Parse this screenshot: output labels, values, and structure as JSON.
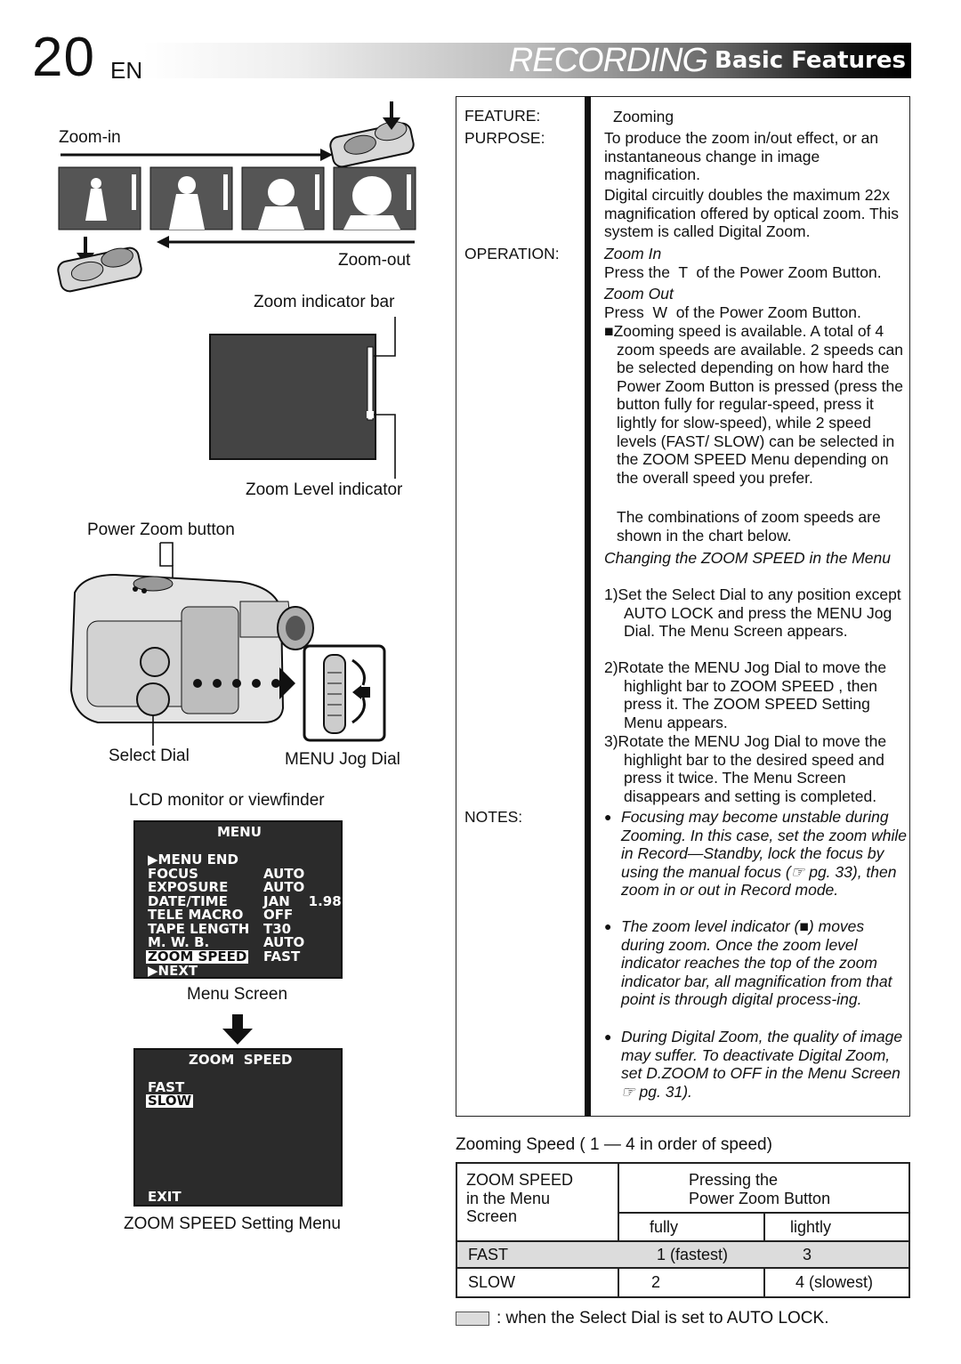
{
  "header": {
    "page_number": "20",
    "language": "EN",
    "section_title": "RECORDING",
    "section_subtitle": "Basic Features"
  },
  "left": {
    "zoom_in": "Zoom-in",
    "zoom_out": "Zoom-out",
    "zoom_indicator_bar": "Zoom indicator bar",
    "zoom_level_indicator": "Zoom Level indicator",
    "power_zoom_button": "Power Zoom button",
    "select_dial": "Select Dial",
    "menu_jog_dial": "MENU Jog Dial",
    "lcd_monitor": "LCD monitor or viewfinder",
    "menu_screen_caption": "Menu Screen",
    "zoom_speed_menu_caption": "ZOOM SPEED Setting Menu"
  },
  "menu_screen": {
    "title": "MENU",
    "rows": [
      {
        "label": "▶MENU  END",
        "value": ""
      },
      {
        "label": "FOCUS",
        "value": "AUTO"
      },
      {
        "label": "EXPOSURE",
        "value": "AUTO"
      },
      {
        "label": "DATE∕TIME",
        "value": "JAN    1.98"
      },
      {
        "label": "TELE  MACRO",
        "value": "OFF"
      },
      {
        "label": "TAPE  LENGTH",
        "value": "T30"
      },
      {
        "label": "M. W. B.",
        "value": "AUTO"
      },
      {
        "label": "ZOOM SPEED",
        "value": "FAST"
      },
      {
        "label": "▶NEXT",
        "value": ""
      }
    ]
  },
  "zoom_speed_screen": {
    "title": "ZOOM  SPEED",
    "options": [
      "FAST",
      "SLOW"
    ],
    "exit": "EXIT"
  },
  "feature": {
    "feature_key": "FEATURE:",
    "feature_val": "Zooming",
    "purpose_key": "PURPOSE:",
    "purpose_p1": "To produce the zoom in/out effect, or an instantaneous change in image magnification.",
    "purpose_p2": "Digital circuitly doubles the maximum 22x magnification offered by optical zoom. This system is called Digital Zoom.",
    "operation_key": "OPERATION:",
    "zoom_in_head": "Zoom In",
    "zoom_in_text": "Press the  T  of the Power Zoom Button.",
    "zoom_out_head": "Zoom Out",
    "zoom_out_text": "Press  W  of the Power Zoom Button.",
    "speed_p1": "■Zooming speed is available. A total of 4 zoom speeds are available. 2 speeds can be selected depending on how hard the Power Zoom Button is pressed (press the button fully for regular-speed, press it lightly for slow-speed), while 2 speed levels (FAST/ SLOW) can be selected  in the ZOOM SPEED Menu depending on the overall speed you prefer.",
    "speed_p2": "The combinations of zoom speeds are shown in the chart below.",
    "changing_head": "Changing the ZOOM SPEED in the Menu",
    "step1": "1)Set the Select Dial to any position except AUTO LOCK and press the MENU Jog Dial. The Menu Screen appears.",
    "step2": "2)Rotate the MENU Jog Dial to move the highlight bar to  ZOOM SPEED , then press it. The ZOOM SPEED Setting Menu appears.",
    "step3": "3)Rotate the MENU Jog Dial to move the highlight bar to the desired speed and press it twice. The Menu Screen disappears and setting is completed.",
    "notes_key": "NOTES:",
    "note1": "Focusing may become unstable during Zooming. In this case, set the zoom while in Record—Standby, lock the focus by using the manual focus (☞ pg. 33), then zoom in or out in Record mode.",
    "note2": "The zoom level indicator (■) moves during zoom. Once the zoom level indicator reaches the top of the zoom indicator bar, all magnification from that point is through digital process-ing.",
    "note3": "During Digital Zoom, the quality of image may suffer. To deactivate Digital Zoom, set  D.ZOOM  to  OFF  in the Menu Screen☞ pg. 31)."
  },
  "speed_table": {
    "caption": "Zooming Speed ( 1 — 4 in order of speed)",
    "head_left": "ZOOM SPEED\nin the Menu\nScreen",
    "head_right": "Pressing the\nPower Zoom Button",
    "col_fully": "fully",
    "col_lightly": "lightly",
    "rows": [
      {
        "name": "FAST",
        "fully": "1 (fastest)",
        "lightly": "3"
      },
      {
        "name": "SLOW",
        "fully": "2",
        "lightly": "4 (slowest)"
      }
    ],
    "legend": ": when the Select Dial is set to AUTO LOCK."
  }
}
